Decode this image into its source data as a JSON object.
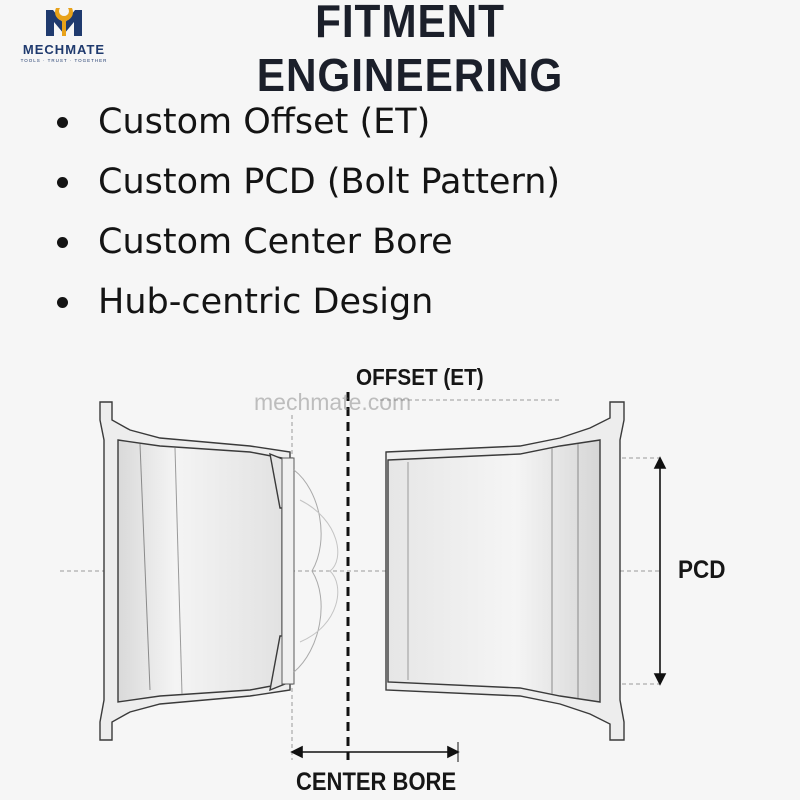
{
  "brand": {
    "name": "MECHMATE",
    "tagline": "TOOLS · TRUST · TOGETHER",
    "colors": {
      "navy": "#1f3a6e",
      "gold": "#e8a21a"
    }
  },
  "title": "FITMENT ENGINEERING",
  "features": [
    "Custom Offset (ET)",
    "Custom PCD (Bolt Pattern)",
    "Custom Center Bore",
    "Hub-centric Design"
  ],
  "diagram": {
    "labels": {
      "offset": "OFFSET (ET)",
      "pcd": "PCD",
      "center_bore": "CENTER BORE"
    }
  },
  "watermark": "mechmate.com"
}
